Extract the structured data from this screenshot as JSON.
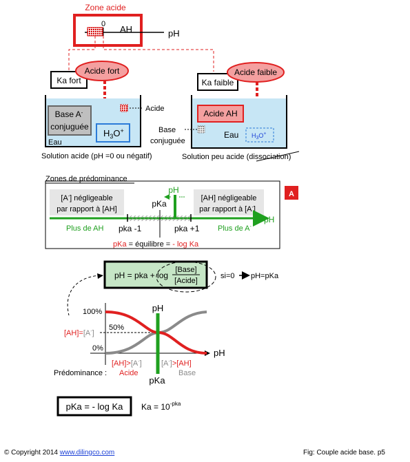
{
  "top": {
    "zone_acide": "Zone acide",
    "zero": "0",
    "ah": "AH",
    "ph": "pH",
    "ka_fort": "Ka fort",
    "acide_fort": "Acide fort",
    "ka_faible": "Ka faible",
    "acide_faible": "Acide faible",
    "base_conjuguee_1": "Base A",
    "base_conjuguee_sup": "-",
    "base_conjuguee_2": "conjuguée",
    "h3o_left": "H",
    "h3o_left_sub": "3",
    "h3o_left_rest": "O",
    "h3o_left_sup": "+",
    "acide_label": "Acide",
    "eau_left": "Eau",
    "caption_left": "Solution acide (pH =0 ou négatif)",
    "acide_ah": "Acide AH",
    "base_label_1": "Base",
    "base_label_2": "conjuguée",
    "eau_right": "Eau",
    "h3o_right": "H",
    "h3o_right_sub": "3",
    "h3o_right_rest": "O",
    "h3o_right_sup": "+",
    "caption_right_1": "Solution peu acide (",
    "caption_right_2": "dissociation",
    "caption_right_3": ")"
  },
  "zones": {
    "title": "Zones de prédominance",
    "left_box_1": "[A",
    "left_box_1_sup": "-",
    "left_box_1b": "] négligeable",
    "left_box_2": "par rapport à [AH]",
    "right_box_1": "[AH] négligeable",
    "right_box_2": "par rapport à [A",
    "right_box_2_sup": "-",
    "right_box_2b": "]",
    "ph_green": "pH",
    "pka": "pKa",
    "plus_ah": "Plus de AH",
    "pka_minus": "pka -1",
    "pka_plus": "pka +1",
    "plus_a": "Plus de A",
    "plus_a_sup": "-",
    "ph_axis": "pH",
    "badge": "A",
    "eq_red": "pKa",
    "eq_black": " = équilibre = ",
    "eq_red2": "- log Ka"
  },
  "formula": {
    "ph_eq": "pH =  pka + log",
    "base": "[Base]",
    "acide": "[Acide]",
    "si": "si=0",
    "result": "pH=pKa"
  },
  "graph": {
    "y100": "100%",
    "y50": "50%",
    "y0": "0%",
    "ah_eq_1": "[AH]=",
    "ah_eq_2": "[A",
    "ah_eq_sup": "-",
    "ah_eq_3": "]",
    "ph_top": "pH",
    "ph_axis": "pH",
    "pka_bottom": "pKa",
    "predominance": "Prédominance :",
    "ah_gt_1": "[AH]>",
    "ah_gt_2": "[A",
    "ah_gt_sup": "-",
    "ah_gt_3": "]",
    "a_gt_1": "[A",
    "a_gt_sup": "-",
    "a_gt_2": "]",
    "a_gt_3": ">[AH]",
    "acide": "Acide",
    "base": "Base",
    "red": "#e02020",
    "grey": "#8a8a8a",
    "green": "#1fa01f"
  },
  "bottom": {
    "pka_formula": "pKa = - log Ka",
    "ka_formula": "Ka = 10",
    "ka_sup": "-pka"
  },
  "footer": {
    "copyright": "© Copyright 2014 ",
    "link": "www.dilingco.com",
    "fig": "Fig:  Couple acide base. p5"
  },
  "colors": {
    "red": "#e02020",
    "green": "#1fa01f",
    "pink": "#f4a0a0",
    "water": "#c7e6f5",
    "grey": "#8a8a8a"
  }
}
